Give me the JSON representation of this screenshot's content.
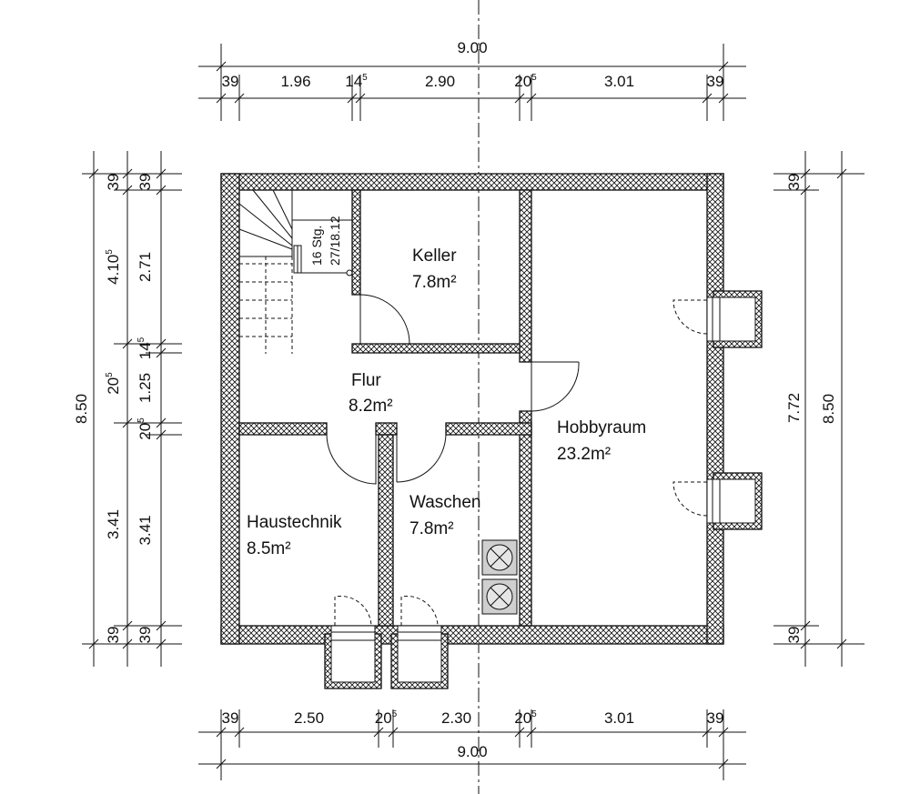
{
  "rooms": [
    {
      "name": "Keller",
      "area": "7.8m²"
    },
    {
      "name": "Flur",
      "area": "8.2m²"
    },
    {
      "name": "Hobbyraum",
      "area": "23.2m²"
    },
    {
      "name": "Haustechnik",
      "area": "8.5m²"
    },
    {
      "name": "Waschen",
      "area": "7.8m²"
    }
  ],
  "stair": {
    "steps": "16 Stg.",
    "rise_run": "27/18.12"
  },
  "dims": {
    "top_overall": "9.00",
    "top_segments": [
      {
        "main": "39",
        "sup": ""
      },
      {
        "main": "1.96",
        "sup": ""
      },
      {
        "main": "14",
        "sup": "5"
      },
      {
        "main": "2.90",
        "sup": ""
      },
      {
        "main": "20",
        "sup": "5"
      },
      {
        "main": "3.01",
        "sup": ""
      },
      {
        "main": "39",
        "sup": ""
      }
    ],
    "bottom_overall": "9.00",
    "bottom_segments": [
      {
        "main": "39",
        "sup": ""
      },
      {
        "main": "2.50",
        "sup": ""
      },
      {
        "main": "20",
        "sup": "5"
      },
      {
        "main": "2.30",
        "sup": ""
      },
      {
        "main": "20",
        "sup": "5"
      },
      {
        "main": "3.01",
        "sup": ""
      },
      {
        "main": "39",
        "sup": ""
      }
    ],
    "left_overall": "8.50",
    "left_mid": [
      {
        "main": "39",
        "sup": ""
      },
      {
        "main": "4.10",
        "sup": "5"
      },
      {
        "main": "20",
        "sup": "5"
      },
      {
        "main": "3.41",
        "sup": ""
      },
      {
        "main": "39",
        "sup": ""
      }
    ],
    "left_inner": [
      {
        "main": "39",
        "sup": ""
      },
      {
        "main": "2.71",
        "sup": ""
      },
      {
        "main": "14",
        "sup": "5"
      },
      {
        "main": "1.25",
        "sup": ""
      },
      {
        "main": "20",
        "sup": "5"
      },
      {
        "main": "3.41",
        "sup": ""
      },
      {
        "main": "39",
        "sup": ""
      }
    ],
    "right_inner": [
      {
        "main": "39",
        "sup": ""
      },
      {
        "main": "7.72",
        "sup": ""
      },
      {
        "main": "39",
        "sup": ""
      }
    ],
    "right_overall": "8.50"
  }
}
